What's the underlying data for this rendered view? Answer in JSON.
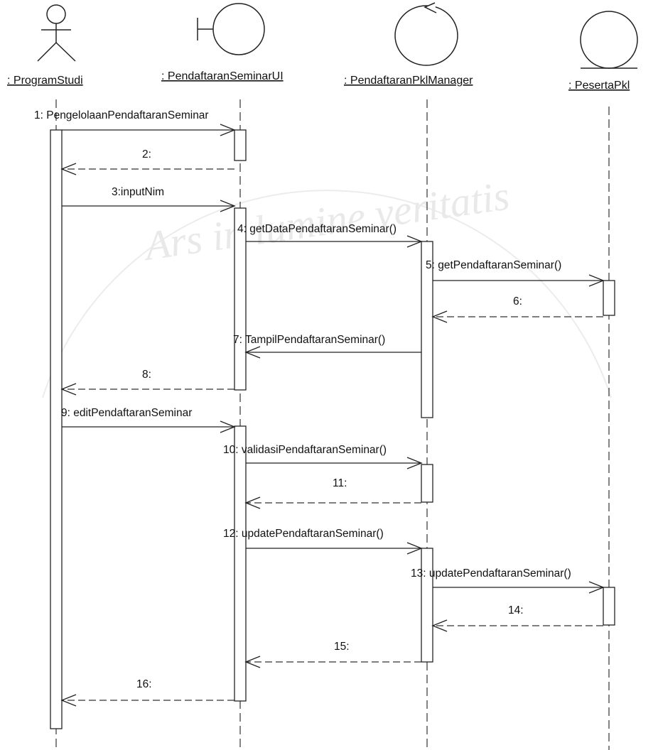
{
  "watermark": {
    "text": "Ars in lumine veritatis"
  },
  "participants": [
    {
      "id": "programstudi",
      "label": ": ProgramStudi",
      "kind": "actor"
    },
    {
      "id": "ui",
      "label": ": PendaftaranSeminarUI",
      "kind": "boundary"
    },
    {
      "id": "manager",
      "label": ": PendaftaranPklManager",
      "kind": "control"
    },
    {
      "id": "entity",
      "label": ": PesertaPkl",
      "kind": "entity"
    }
  ],
  "messages": [
    {
      "label": "1: PengelolaanPendaftaranSeminar",
      "from": "programstudi",
      "to": "ui",
      "type": "call"
    },
    {
      "label": "2:",
      "from": "ui",
      "to": "programstudi",
      "type": "return"
    },
    {
      "label": "3:inputNim",
      "from": "programstudi",
      "to": "ui",
      "type": "call"
    },
    {
      "label": "4: getDataPendaftaranSeminar()",
      "from": "ui",
      "to": "manager",
      "type": "call"
    },
    {
      "label": "5: getPendaftaranSeminar()",
      "from": "manager",
      "to": "entity",
      "type": "call"
    },
    {
      "label": "6:",
      "from": "entity",
      "to": "manager",
      "type": "return"
    },
    {
      "label": "7: TampilPendaftaranSeminar()",
      "from": "manager",
      "to": "ui",
      "type": "call"
    },
    {
      "label": "8:",
      "from": "ui",
      "to": "programstudi",
      "type": "return"
    },
    {
      "label": "9: editPendaftaranSeminar",
      "from": "programstudi",
      "to": "ui",
      "type": "call"
    },
    {
      "label": "10: validasiPendaftaranSeminar()",
      "from": "ui",
      "to": "manager",
      "type": "call"
    },
    {
      "label": "11:",
      "from": "manager",
      "to": "ui",
      "type": "return"
    },
    {
      "label": "12: updatePendaftaranSeminar()",
      "from": "ui",
      "to": "manager",
      "type": "call"
    },
    {
      "label": "13: updatePendaftaranSeminar()",
      "from": "manager",
      "to": "entity",
      "type": "call"
    },
    {
      "label": "14:",
      "from": "entity",
      "to": "manager",
      "type": "return"
    },
    {
      "label": "15:",
      "from": "manager",
      "to": "ui",
      "type": "return"
    },
    {
      "label": "16:",
      "from": "ui",
      "to": "programstudi",
      "type": "return"
    }
  ]
}
